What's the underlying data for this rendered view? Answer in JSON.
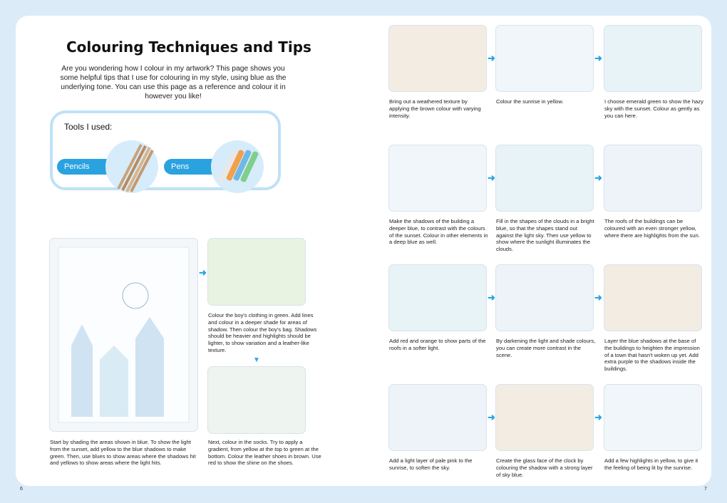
{
  "title": "Colouring Techniques and Tips",
  "intro": "Are you wondering how I colour in my artwork? This page shows you some helpful tips that I use for colouring in my style, using blue as the underlying tone. You can use this page as a reference and colour it in however you like!",
  "tools": {
    "label": "Tools I used:",
    "pencils": "Pencils",
    "pens": "Pens"
  },
  "left": {
    "main_caption": "Start by shading the areas shown in blue. To show the light from the sunset, add yellow to the blue shadows to make green. Then, use blues to show areas where the shadows hit and yellows to show areas where the light hits.",
    "boy_caption": "Colour the boy's clothing in green. Add lines and colour in a deeper shade for areas of shadow. Then colour the boy's bag. Shadows should be heavier and highlights should be lighter, to show variation and a leather-like texture.",
    "socks_caption": "Next, colour in the socks. Try to apply a gradient, from yellow at the top to green at the bottom. Colour the leather shoes in brown. Use red to show the shine on the shoes."
  },
  "steps": [
    [
      "Bring out a weathered texture by applying the brown colour with varying intensity.",
      "Colour the sunrise in yellow.",
      "I choose emerald green to show the hazy sky with the sunset. Colour as gently as you can here."
    ],
    [
      "Make the shadows of the building a deeper blue, to contrast with the colours of the sunset. Colour in other elements in a deep blue as well.",
      "Fill in the shapes of the clouds in a bright blue, so that the shapes stand out against the light sky. Then use yellow to show where the sunlight illuminates the clouds.",
      "The roofs of the buildings can be coloured with an even stronger yellow, where there are highlights from the sun."
    ],
    [
      "Add red and orange to show parts of the roofs in a softer light.",
      "By darkening the light and shade colours, you can create more contrast in the scene.",
      "Layer the blue shadows at the base of the buildings to heighten the impression of a town that hasn't woken up yet. Add extra purple to the shadows inside the buildings."
    ],
    [
      "Add a light layer of pale pink to the sunrise, to soften the sky.",
      "Create the glass face of the clock by colouring the shadow with a strong layer of sky blue.",
      "Add a few highlights in yellow, to give it the feeling of being lit by the sunrise."
    ]
  ],
  "page_numbers": {
    "left": "6",
    "right": "7"
  },
  "arrow_glyph": "➜",
  "arrow_down_glyph": "▼",
  "colors": {
    "accent": "#2aa2df",
    "tool_border": "#bfe1f7",
    "background": "#dcebf8"
  }
}
